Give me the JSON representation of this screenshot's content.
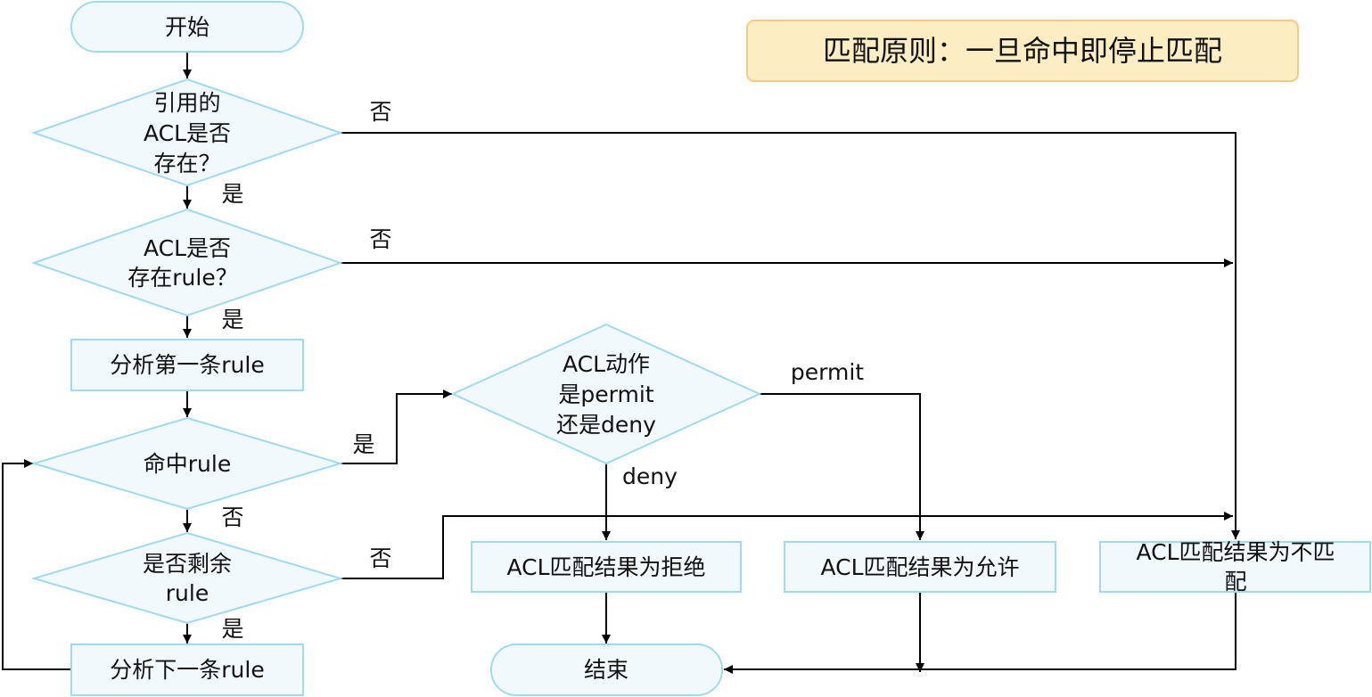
{
  "principle": "匹配原则：一旦命中即停止匹配",
  "nodes": {
    "start": "开始",
    "acl_exists": [
      "引用的",
      "ACL是否",
      "存在？"
    ],
    "rule_exists": [
      "ACL是否",
      "存在rule？"
    ],
    "analyze_first": "分析第一条rule",
    "hit_rule": "命中rule",
    "remaining": [
      "是否剩余",
      "rule"
    ],
    "analyze_next": "分析下一条rule",
    "action": [
      "ACL动作",
      "是permit",
      "还是deny"
    ],
    "result_deny": "ACL匹配结果为拒绝",
    "result_permit": "ACL匹配结果为允许",
    "result_nomatch": [
      "ACL匹配结果为不匹",
      "配"
    ],
    "end": "结束"
  },
  "edges": {
    "yes": "是",
    "no": "否",
    "permit": "permit",
    "deny": "deny"
  },
  "colors": {
    "shape_fill": "#f1f9fc",
    "shape_stroke": "#9ddbef",
    "note_fill": "#fdedc3",
    "note_stroke": "#f5cc7f",
    "wire": "#000000"
  }
}
